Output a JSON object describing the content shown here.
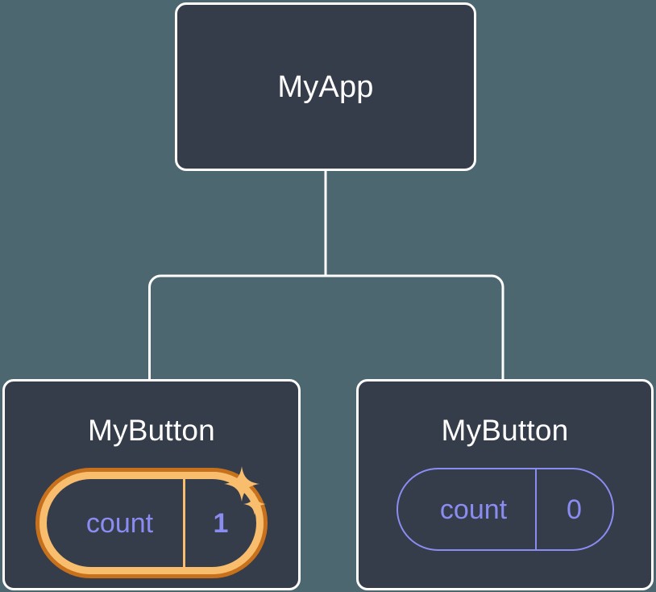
{
  "diagram": {
    "type": "component-tree",
    "background_color": "#4c6770",
    "node_fill_color": "#353c4a",
    "node_border_color": "#ffffff",
    "connector_color": "#ffffff",
    "state_text_color": "#8b8cf2",
    "highlight_outer_color": "#c8711d",
    "highlight_inner_color": "#f9bd6e",
    "sparkle_color": "#f9bd6e"
  },
  "root": {
    "title": "MyApp"
  },
  "children": [
    {
      "title": "MyButton",
      "state": {
        "key": "count",
        "value": "1"
      },
      "highlighted": true,
      "sparkle_big_icon": "sparkle-icon",
      "sparkle_small_icon": "sparkle-icon"
    },
    {
      "title": "MyButton",
      "state": {
        "key": "count",
        "value": "0"
      },
      "highlighted": false
    }
  ]
}
